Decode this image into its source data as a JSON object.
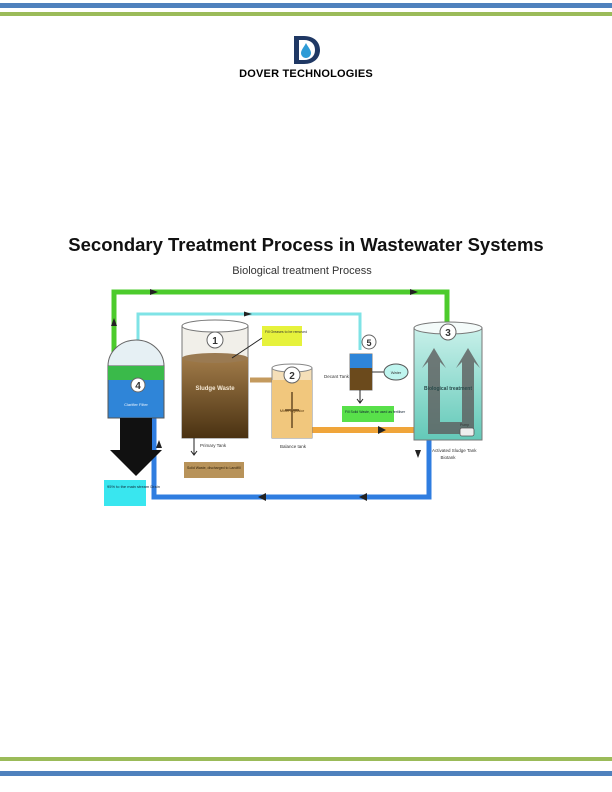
{
  "header": {
    "company": "DOVER TECHNOLOGIES",
    "logo": "dover-d-drop-logo"
  },
  "document": {
    "title": "Secondary Treatment Process in Wastewater Systems"
  },
  "diagram": {
    "title": "Biological treatment Process",
    "stages": {
      "clarifier": {
        "number": "4",
        "label": "Clarifier Filter"
      },
      "primary": {
        "number": "1",
        "label": "Sludge Waste",
        "caption": "Primary Tank"
      },
      "balance": {
        "number": "2",
        "label": "Mixer Agitator",
        "caption": "Balance tank"
      },
      "decant": {
        "number": "5",
        "caption": "Decant Tank",
        "water": "Water"
      },
      "biological": {
        "number": "3",
        "label": "Biological treatment",
        "pump": "Pump",
        "caption1": "Activated Sludge Tank",
        "caption2": "Biotank"
      }
    },
    "notes": {
      "fog": "Fill Greases to be removed",
      "fertiliser": "Fill Solid Waste, to be used as fertiliser",
      "landfill": "Solid Waste, discharged to Landfill",
      "drain": "95% to the main stream Drain"
    }
  },
  "colors": {
    "band_blue": "#4f81bd",
    "band_green": "#9bbb59",
    "logo_navy": "#1f3864",
    "logo_teal": "#2e9bd6",
    "pipe_green": "#4ccb2c",
    "pipe_blue": "#2f7de0",
    "pipe_cyan": "#7fe3e6",
    "pipe_orange": "#f0a53a",
    "sludge_brown": "#6b4a1c",
    "note_yellow": "#e6f23c",
    "note_green": "#58e04a",
    "note_cyan": "#39e6ef"
  }
}
